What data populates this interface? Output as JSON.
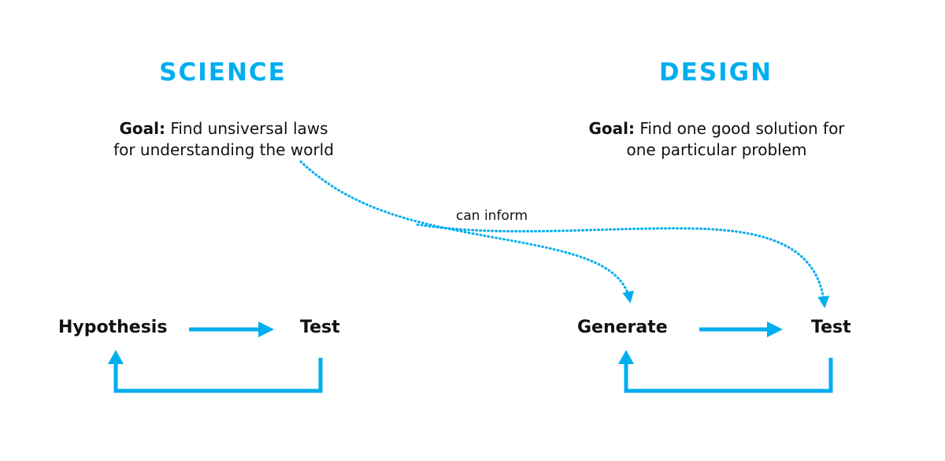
{
  "science": {
    "title": "SCIENCE",
    "goal_label": "Goal:",
    "goal_line1": " Find unsiversal laws",
    "goal_line2": "for understanding the world",
    "loop": {
      "from": "Hypothesis",
      "to": "Test"
    }
  },
  "design": {
    "title": "DESIGN",
    "goal_label": "Goal:",
    "goal_line1": " Find one good solution for",
    "goal_line2": "one particular problem",
    "loop": {
      "from": "Generate",
      "to": "Test"
    }
  },
  "connector": {
    "label": "can inform"
  },
  "colors": {
    "accent": "#00aeef",
    "text": "#111111",
    "background": "#ffffff"
  }
}
